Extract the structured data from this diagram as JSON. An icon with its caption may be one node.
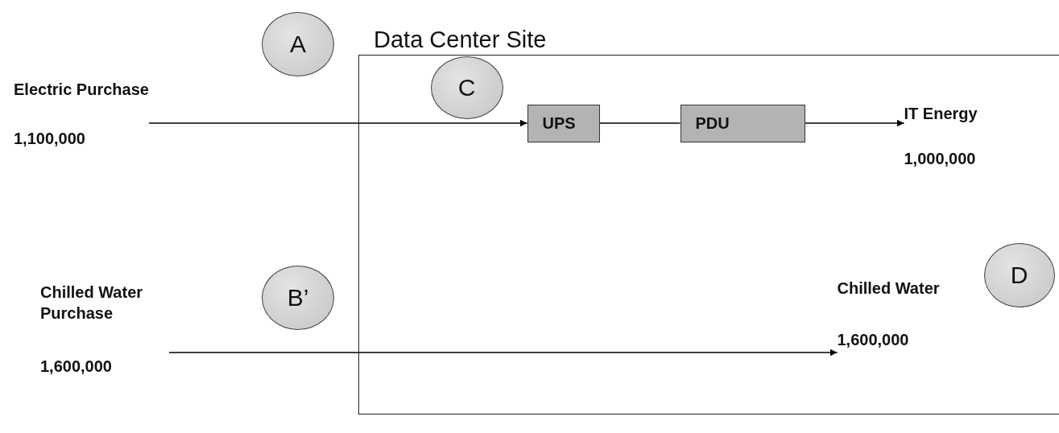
{
  "diagram": {
    "nodes": [
      {
        "text": [
          "A"
        ]
      },
      {
        "text": [
          "Data Center Site"
        ]
      },
      {
        "text": [
          "C"
        ],
        "in": 1
      },
      {
        "text": [
          "Electric Purchase",
          "1,100,000"
        ]
      },
      {
        "text": [
          "UPS"
        ],
        "in": 1
      },
      {
        "text": [
          "PDU"
        ],
        "in": 1
      },
      {
        "text": [
          "IT Energy",
          "1,000,000"
        ],
        "in": 1
      },
      {
        "text": [
          "D"
        ],
        "in": 1
      },
      {
        "text": [
          "B’"
        ]
      },
      {
        "text": [
          "Chilled Water Purchase",
          "1,600,000"
        ]
      },
      {
        "text": [
          "Chilled Water",
          "1,600,000"
        ],
        "in": 1
      }
    ],
    "edges": [
      {
        "from": 3,
        "to": 4,
        "arrow": "to"
      },
      {
        "from": 4,
        "to": 5,
        "arrow": "none"
      },
      {
        "from": 5,
        "to": 6,
        "arrow": "to"
      },
      {
        "from": 9,
        "to": 10,
        "arrow": "to"
      }
    ]
  }
}
